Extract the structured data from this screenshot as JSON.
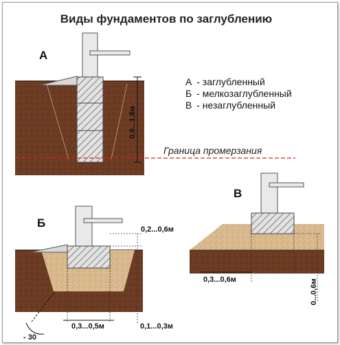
{
  "title": "Виды фундаментов по заглублению",
  "section_a": {
    "letter": "А",
    "depth_label": "0,6...1,8м",
    "frost_label": "Граница промерзания"
  },
  "legend": [
    {
      "key": "А",
      "text": "- заглубленный"
    },
    {
      "key": "Б",
      "text": "- мелкозаглубленный"
    },
    {
      "key": "В",
      "text": "- незаглубленный"
    }
  ],
  "section_b": {
    "letter": "Б",
    "top_dim": "0,2...0,6м",
    "width_dim": "0,3...0,5м",
    "bottom_dim": "0,1...0,3м",
    "angle": "- 30"
  },
  "section_v": {
    "letter": "В",
    "width_dim": "0,3...0,6м",
    "depth_dim": "0...0,6м"
  },
  "colors": {
    "soil_dark": "#6b3a22",
    "soil_sand": "#d9b98e",
    "frost_line": "#d8281e",
    "concrete": "#d8d8d8"
  }
}
